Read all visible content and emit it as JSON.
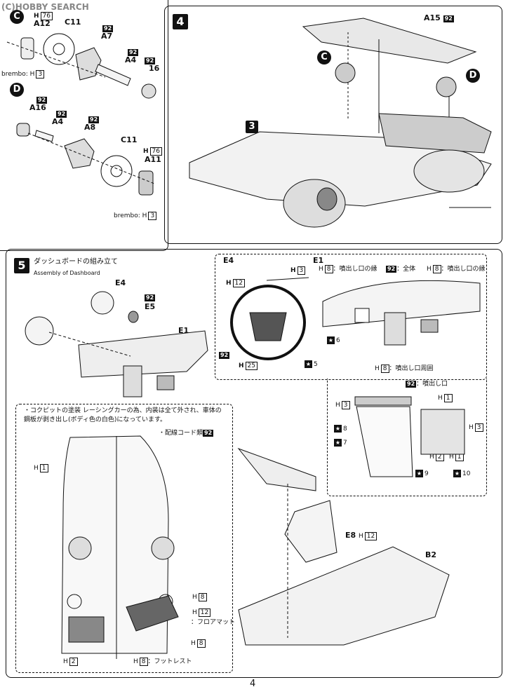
{
  "watermark": "(C)HOBBY SEARCH",
  "page_number": "4",
  "stepC": {
    "marker": "C",
    "a12": "A12",
    "c11": "C11",
    "a7": "A7",
    "a4": "A4",
    "n16": "16",
    "a_mid": "A",
    "h76": "76",
    "n92": "92",
    "brembo": "brembo:",
    "h3": "3",
    "h": "H"
  },
  "stepD": {
    "marker": "D",
    "a16": "A16",
    "a4": "A4",
    "a8": "A8",
    "c11": "C11",
    "a11": "A11",
    "h76": "76",
    "n92": "92",
    "brembo": "brembo:",
    "h3": "3",
    "h": "H"
  },
  "step4": {
    "number": "4",
    "a15": "A15",
    "n92": "92",
    "c": "C",
    "d": "D",
    "sub3": "3"
  },
  "step5": {
    "number": "5",
    "title_jp": "ダッシュボードの組み立て",
    "title_en": "Assembly of Dashboard",
    "e4": "E4",
    "e5": "E5",
    "e1": "E1",
    "n92": "92",
    "detail": {
      "e4": "E4",
      "e1": "E1",
      "h": "H",
      "h12": "12",
      "h3": "3",
      "h25": "25",
      "h8": "8",
      "n92": "92",
      "vent_edge": "：噴出し口の縁",
      "whole": "：全体",
      "star5": "5",
      "star6": "6"
    },
    "vent": {
      "h8_around": "：噴出し口周囲",
      "vent": "：噴出し口",
      "h3": "3",
      "h1": "1",
      "h2": "2",
      "h8": "8",
      "n92": "92",
      "h": "H",
      "s7": "7",
      "s8": "8",
      "s9": "9",
      "s10": "10"
    },
    "cockpit": {
      "note": "・コクピットの塗装 レーシングカーの為、内装は全て外され、車体の鋼板が剥き出し(ボディ色の白色)になっています。",
      "wiring": "・配線コード類",
      "n92": "92",
      "h": "H",
      "h1": "1",
      "h2": "2",
      "h8": "8",
      "h12": "12",
      "floormat": "：フロアマット",
      "footrest": "：フットレスト"
    },
    "seat": {
      "e8": "E8",
      "h12": "12",
      "h": "H"
    },
    "body": "B2"
  }
}
